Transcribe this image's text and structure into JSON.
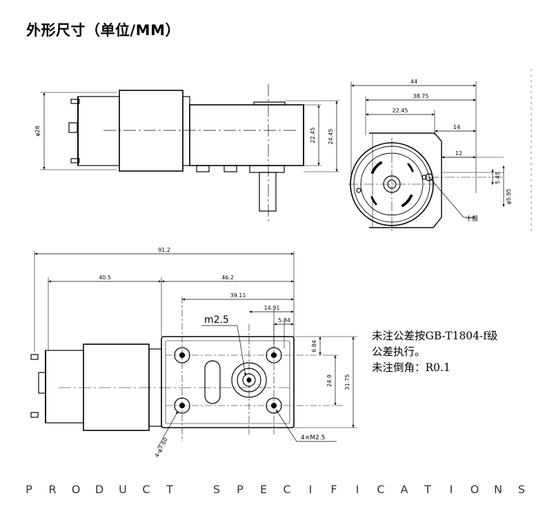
{
  "title": "外形尺寸（单位/MM）",
  "side_view": {
    "dim_motor_dia": "φ28",
    "dim_gear_height": "22.45",
    "dim_total_height": "24.45"
  },
  "end_view": {
    "dim_44": "44",
    "dim_38_75": "38.75",
    "dim_22_45": "22.45",
    "dim_14": "14",
    "dim_12": "12",
    "dim_5_45": "5.45",
    "dim_shaft": "φ5.95",
    "callout": "十般"
  },
  "top_view": {
    "dim_91_2": "91.2",
    "dim_40_5": "40.5",
    "dim_46_2": "46.2",
    "dim_39_11": "39.11",
    "dim_14_91": "14.91",
    "dim_5_84": "5.84",
    "dim_6_84": "6.84",
    "dim_24_9": "24.9",
    "dim_31_75": "31.75",
    "label_m25": "m2.5",
    "label_hole_dia": "4-φ7.60",
    "label_4m25": "4×M2.5"
  },
  "notes": [
    "未注公差按GB-T1804-f级",
    "公差执行。",
    "未注倒角：R0.1"
  ],
  "footer": {
    "letters": [
      "P",
      "R",
      "O",
      "D",
      "U",
      "C",
      "T",
      "",
      "S",
      "P",
      "E",
      "C",
      "I",
      "F",
      "I",
      "C",
      "A",
      "T",
      "I",
      "O",
      "N",
      "S"
    ]
  }
}
